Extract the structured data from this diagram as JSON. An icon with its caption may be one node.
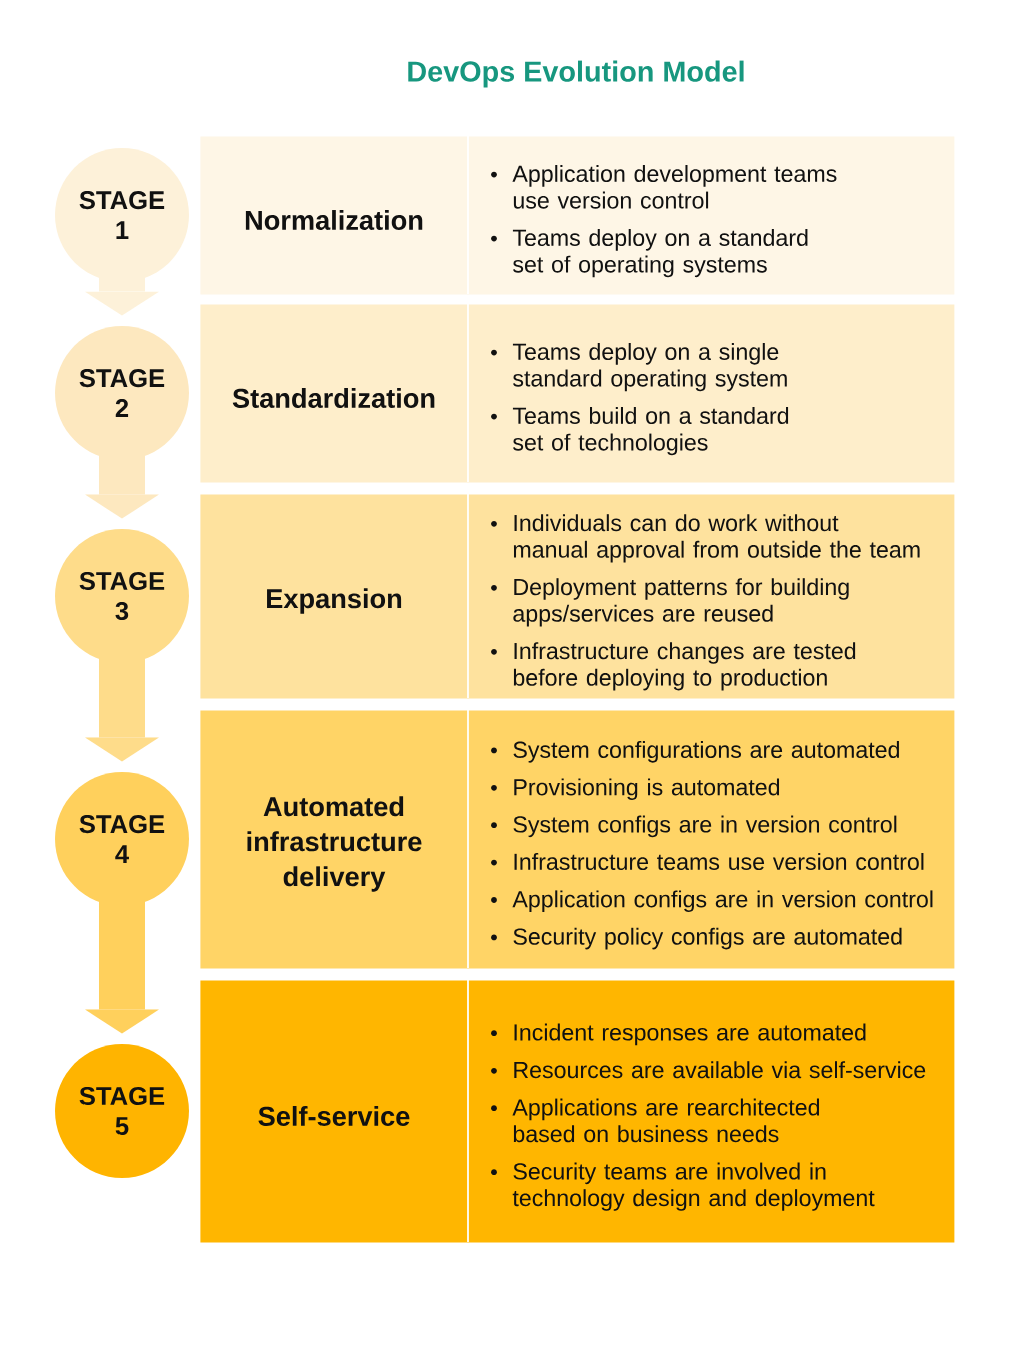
{
  "diagram": {
    "title": "DevOps Evolution Model",
    "nodes": [
      {
        "text": [
          "STAGE 1"
        ]
      },
      {
        "text": [
          "Normalization",
          "Application development teams use version control",
          "Teams deploy on a standard set of operating systems"
        ]
      },
      {
        "text": [
          "STAGE 2"
        ]
      },
      {
        "text": [
          "Standardization",
          "Teams deploy on a single standard operating system",
          "Teams build on a standard set of technologies"
        ]
      },
      {
        "text": [
          "STAGE 3"
        ]
      },
      {
        "text": [
          "Expansion",
          "Individuals can do work without manual approval from outside the team",
          "Deployment patterns for building apps/services are reused",
          "Infrastructure changes are tested before deploying to production"
        ]
      },
      {
        "text": [
          "STAGE 4"
        ]
      },
      {
        "text": [
          "Automated infrastructure delivery",
          "System configurations are automated",
          "Provisioning is automated",
          "System configs are in version control",
          "Infrastructure teams use version control",
          "Application configs are in version control",
          "Security policy configs are automated"
        ]
      },
      {
        "text": [
          "STAGE 5"
        ]
      },
      {
        "text": [
          "Self-service",
          "Incident responses are automated",
          "Resources are available via self-service",
          "Applications are rearchitected based on business needs",
          "Security teams are involved in technology design and deployment"
        ]
      }
    ],
    "edges": [
      {
        "from": 0,
        "to": 2,
        "arrow": "to",
        "color": "#fdf1d9"
      },
      {
        "from": 2,
        "to": 4,
        "arrow": "to",
        "color": "#fde8bf"
      },
      {
        "from": 4,
        "to": 6,
        "arrow": "to",
        "color": "#fedc8a"
      },
      {
        "from": 6,
        "to": 8,
        "arrow": "to",
        "color": "#ffd05c"
      }
    ]
  }
}
